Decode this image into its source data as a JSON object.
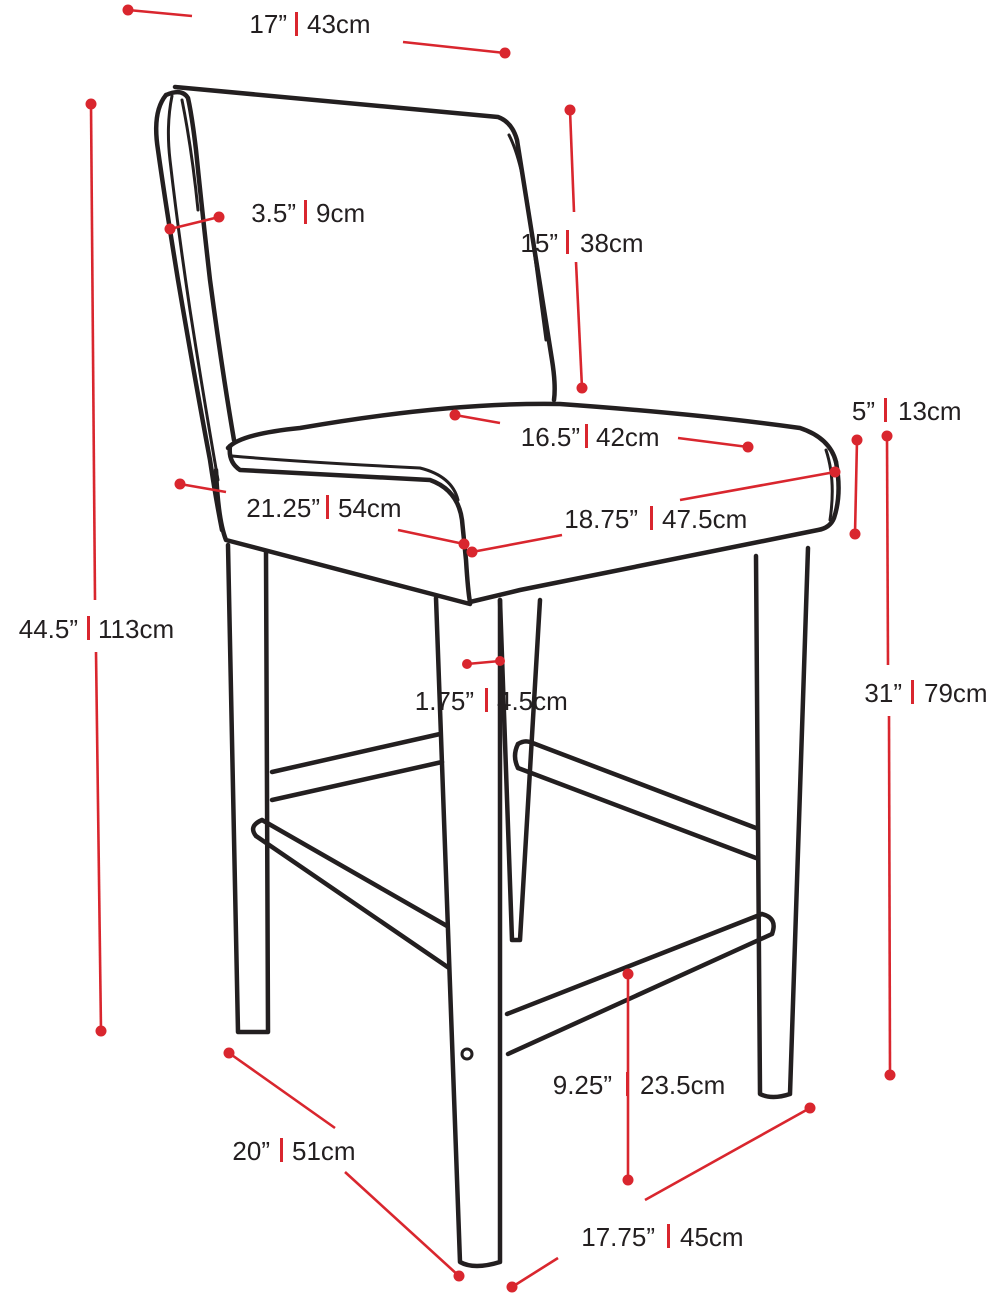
{
  "colors": {
    "line": "#231f20",
    "accent": "#d9262e",
    "background": "#ffffff"
  },
  "dimensions": {
    "back_width": {
      "inches": "17”",
      "cm": "43cm"
    },
    "back_thickness": {
      "inches": "3.5”",
      "cm": "9cm"
    },
    "back_height": {
      "inches": "15”",
      "cm": "38cm"
    },
    "seat_depth": {
      "inches": "16.5”",
      "cm": "42cm"
    },
    "cushion_height": {
      "inches": "5”",
      "cm": "13cm"
    },
    "seat_side_depth": {
      "inches": "21.25”",
      "cm": "54cm"
    },
    "seat_front_width": {
      "inches": "18.75”",
      "cm": "47.5cm"
    },
    "overall_height": {
      "inches": "44.5”",
      "cm": "113cm"
    },
    "leg_width": {
      "inches": "1.75”",
      "cm": "4.5cm"
    },
    "seat_height": {
      "inches": "31”",
      "cm": "79cm"
    },
    "footrest_height": {
      "inches": "9.25”",
      "cm": "23.5cm"
    },
    "base_depth": {
      "inches": "20”",
      "cm": "51cm"
    },
    "base_width": {
      "inches": "17.75”",
      "cm": "45cm"
    }
  }
}
